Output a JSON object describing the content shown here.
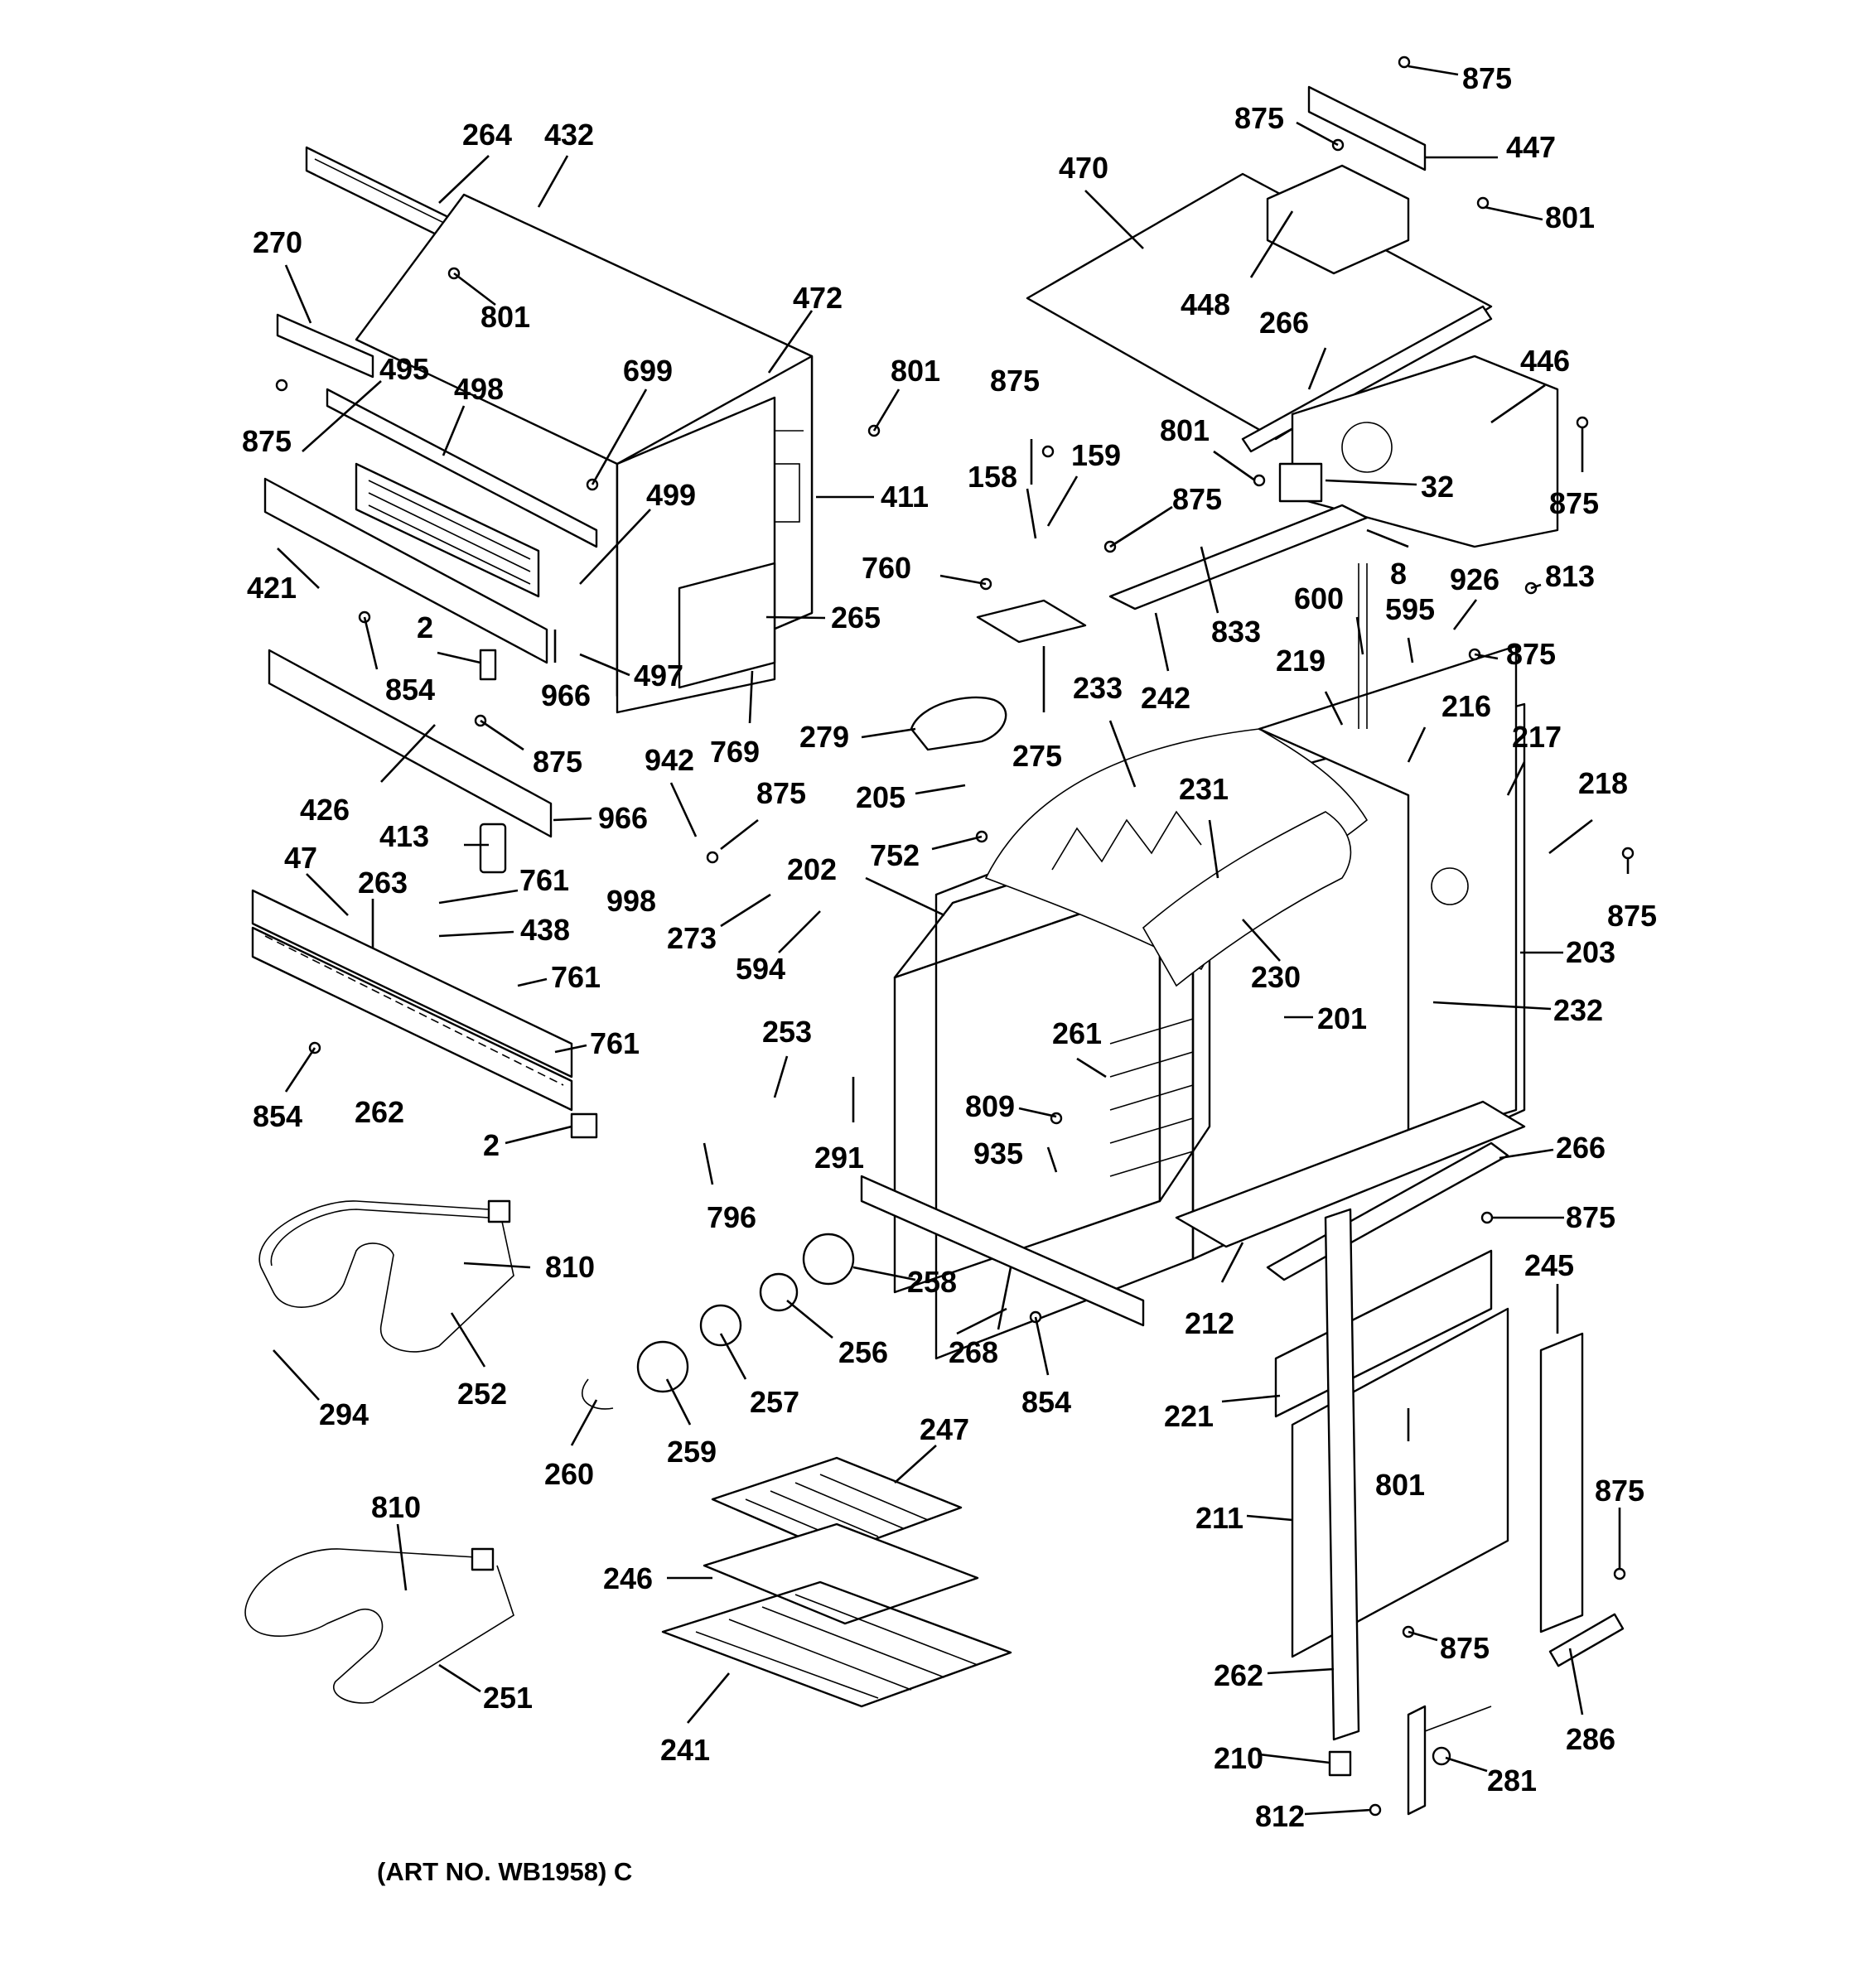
{
  "diagram": {
    "caption": "(ART NO. WB1958) C",
    "callouts": {
      "c264": "264",
      "c432": "432",
      "c270": "270",
      "c801a": "801",
      "c472": "472",
      "c699": "699",
      "c495": "495",
      "c498": "498",
      "c875a": "875",
      "c801b": "801",
      "c411": "411",
      "c499": "499",
      "c421": "421",
      "c2a": "2",
      "c854a": "854",
      "c966a": "966",
      "c497": "497",
      "c265": "265",
      "c769": "769",
      "c875b": "875",
      "c426": "426",
      "c966b": "966",
      "c413": "413",
      "c47": "47",
      "c263": "263",
      "c761a": "761",
      "c438": "438",
      "c761b": "761",
      "c761c": "761",
      "c854b": "854",
      "c262a": "262",
      "c2b": "2",
      "c810a": "810",
      "c294": "294",
      "c252": "252",
      "c810b": "810",
      "c251": "251",
      "c942": "942",
      "c875c": "875",
      "c998": "998",
      "c273": "273",
      "c594": "594",
      "c202": "202",
      "c253": "253",
      "c291": "291",
      "c796": "796",
      "c261": "261",
      "c809": "809",
      "c935": "935",
      "c258": "258",
      "c256": "256",
      "c257": "257",
      "c259": "259",
      "c260": "260",
      "c268": "268",
      "c854c": "854",
      "c247": "247",
      "c246": "246",
      "c241": "241",
      "c875d": "875",
      "c158": "158",
      "c159": "159",
      "c760": "760",
      "c275": "275",
      "c279": "279",
      "c205": "205",
      "c752": "752",
      "c875e": "875",
      "c470": "470",
      "c875f": "875",
      "c447": "447",
      "c801c": "801",
      "c448": "448",
      "c266a": "266",
      "c446": "446",
      "c801d": "801",
      "c875g": "875",
      "c32": "32",
      "c875h": "875",
      "c8": "8",
      "c833": "833",
      "c242": "242",
      "c600": "600",
      "c926": "926",
      "c813": "813",
      "c595": "595",
      "c875i": "875",
      "c219": "219",
      "c216": "216",
      "c233": "233",
      "c217": "217",
      "c231": "231",
      "c218": "218",
      "c875j": "875",
      "c203": "203",
      "c230": "230",
      "c232": "232",
      "c201": "201",
      "c266b": "266",
      "c875k": "875",
      "c212": "212",
      "c245": "245",
      "c221": "221",
      "c801e": "801",
      "c211": "211",
      "c875l": "875",
      "c875m": "875",
      "c262b": "262",
      "c286": "286",
      "c210": "210",
      "c281": "281",
      "c812": "812"
    }
  }
}
